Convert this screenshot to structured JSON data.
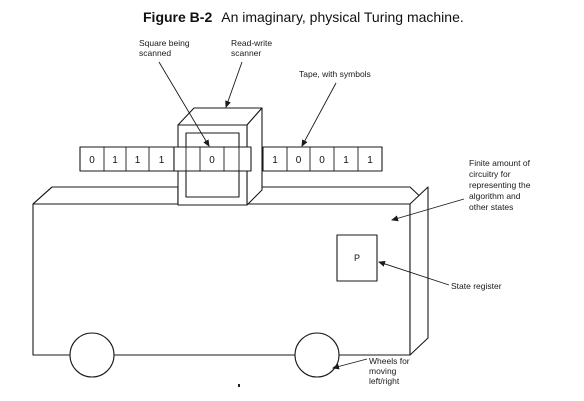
{
  "caption": {
    "number": "Figure B-2",
    "text": "An imaginary, physical Turing machine."
  },
  "labels": {
    "square_scanned": [
      "Square being",
      "scanned"
    ],
    "scanner": [
      "Read-write",
      "scanner"
    ],
    "tape": [
      "Tape, with symbols"
    ],
    "circuitry": [
      "Finite amount of",
      "circuitry for",
      "representing the",
      "algorithm and",
      "other states"
    ],
    "state_register": [
      "State register"
    ],
    "wheels": [
      "Wheels for",
      "moving",
      "left/right"
    ]
  },
  "tape": {
    "left_cells": [
      "0",
      "1",
      "1",
      "1"
    ],
    "scanned_cell": "0",
    "right_cells": [
      "1",
      "0",
      "0",
      "1",
      "1"
    ]
  },
  "state_register": {
    "symbol": "P"
  }
}
